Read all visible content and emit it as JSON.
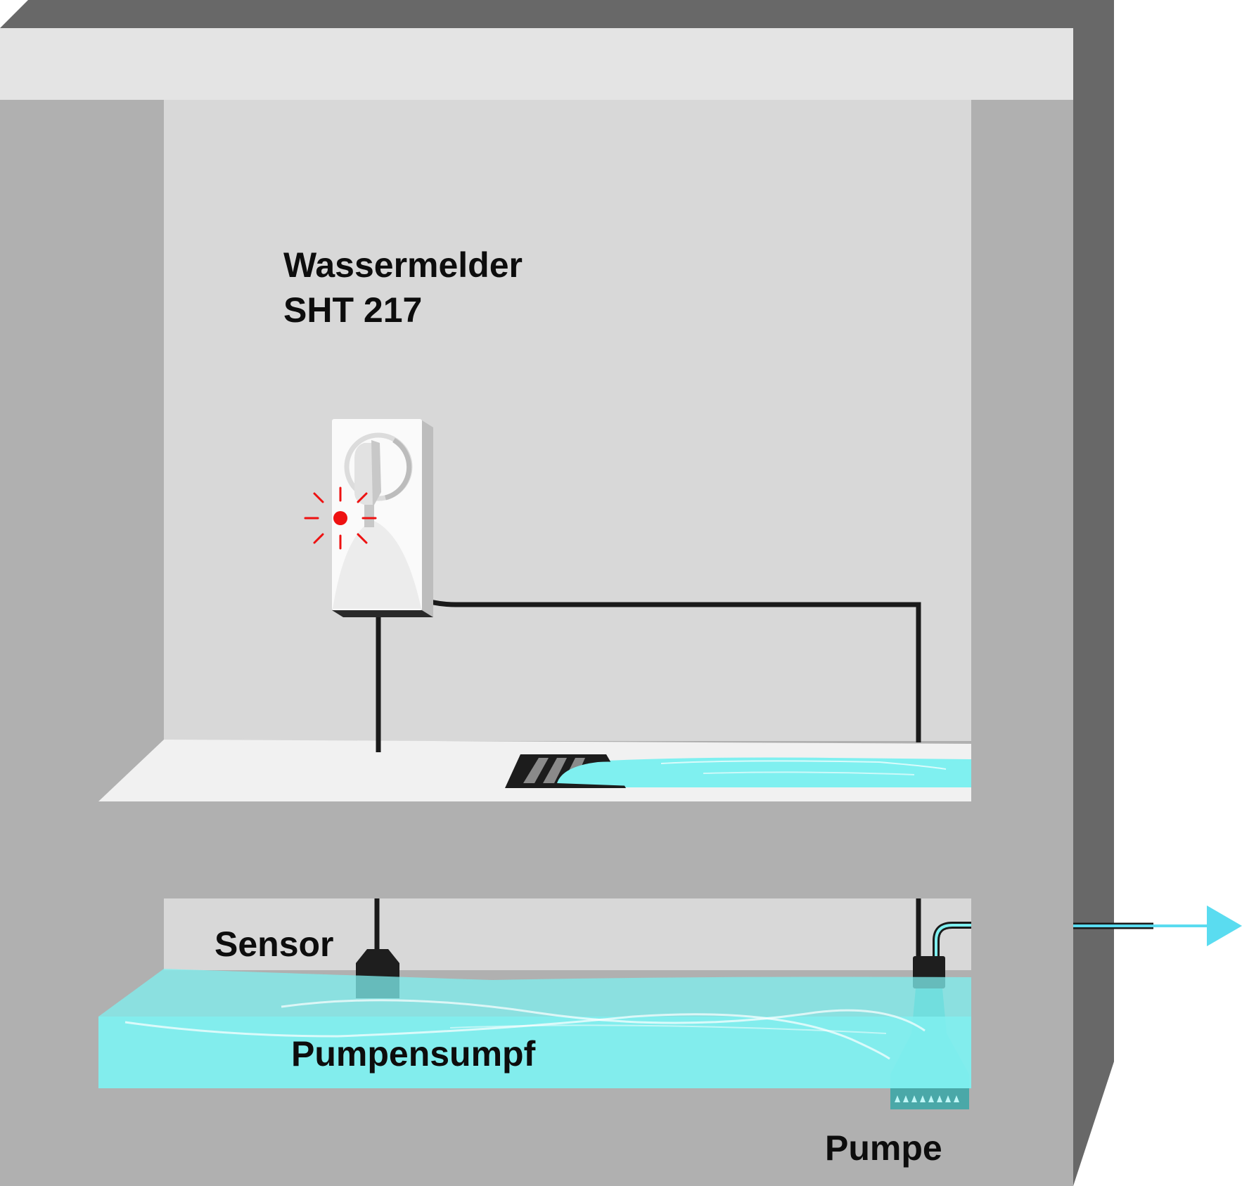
{
  "diagram": {
    "device_label_line1": "Wassermelder",
    "device_label_line2": "SHT 217",
    "sensor_label": "Sensor",
    "sump_label": "Pumpensumpf",
    "pump_label": "Pumpe"
  },
  "colors": {
    "outer_wall": "#b0b0b0",
    "wall_shadow": "#686868",
    "ceiling": "#e4e4e4",
    "room_wall": "#d8d8d8",
    "floor": "#f1f1f1",
    "water": "#7ff0f0",
    "cable": "#1a1a1a",
    "led": "#ee1111",
    "outflow_arrow": "#5adcf0"
  }
}
